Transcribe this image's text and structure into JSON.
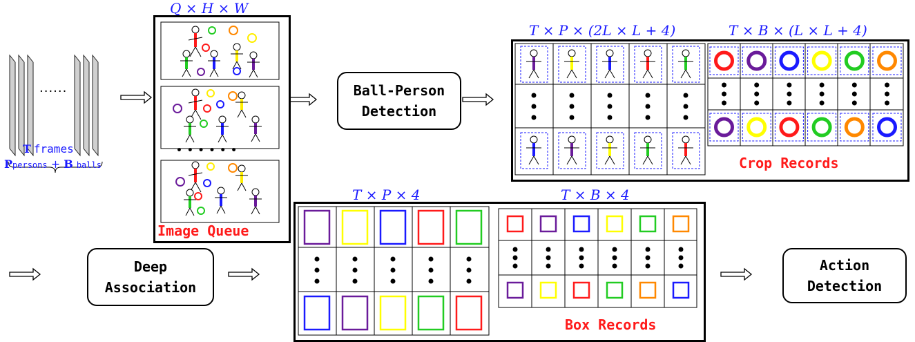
{
  "input": {
    "frames_bold": "T",
    "frames_text": "frames",
    "persons_bold": "P",
    "persons_text": "persons",
    "plus": "+",
    "balls_bold": "B",
    "balls_text": "balls",
    "dots": "......"
  },
  "image_queue": {
    "dim_label": "Q × H × W",
    "title": "Image Queue",
    "dots": "• • • • • •"
  },
  "ball_person_detection": {
    "line1": "Ball-Person",
    "line2": "Detection"
  },
  "crop_records": {
    "person_dim": "T × P × (2L × L + 4)",
    "ball_dim": "T × B × (L × L + 4)",
    "title": "Crop Records"
  },
  "deep_association": {
    "line1": "Deep",
    "line2": "Association"
  },
  "box_records": {
    "person_dim": "T × P × 4",
    "ball_dim": "T × B × 4",
    "title": "Box Records"
  },
  "action_detection": {
    "line1": "Action",
    "line2": "Detection"
  },
  "colors": {
    "purple": "#6a1b9a",
    "yellow": "#ffff00",
    "blue": "#1a1aff",
    "red": "#ff1a1a",
    "green": "#22cc22",
    "orange": "#ff8800",
    "label_blue": "#1a1aff",
    "title_red": "#ff1a1a"
  }
}
